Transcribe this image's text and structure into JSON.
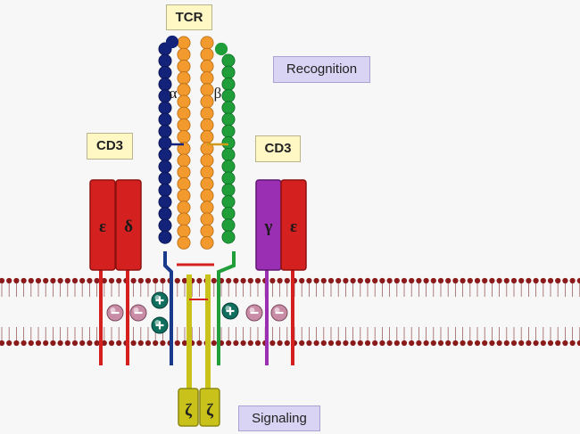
{
  "labels": {
    "tcr": "TCR",
    "recognition": "Recognition",
    "cd3_left": "CD3",
    "cd3_right": "CD3",
    "signaling": "Signaling",
    "alpha": "α",
    "beta": "β",
    "epsilon_left": "ε",
    "delta": "δ",
    "gamma": "γ",
    "epsilon_right": "ε",
    "zeta_1": "ζ",
    "zeta_2": "ζ"
  },
  "colors": {
    "alpha_chain": "#13237a",
    "beta_chain": "#1f9e3a",
    "constant_orange": "#f29a2e",
    "cd3_red": "#d4201f",
    "cd3_gamma": "#9b2fb3",
    "zeta_yellow": "#c9c21a",
    "membrane_bead": "#8b1a1a",
    "positive_charge": "#0f6e5e",
    "negative_charge": "#c98ca6"
  }
}
